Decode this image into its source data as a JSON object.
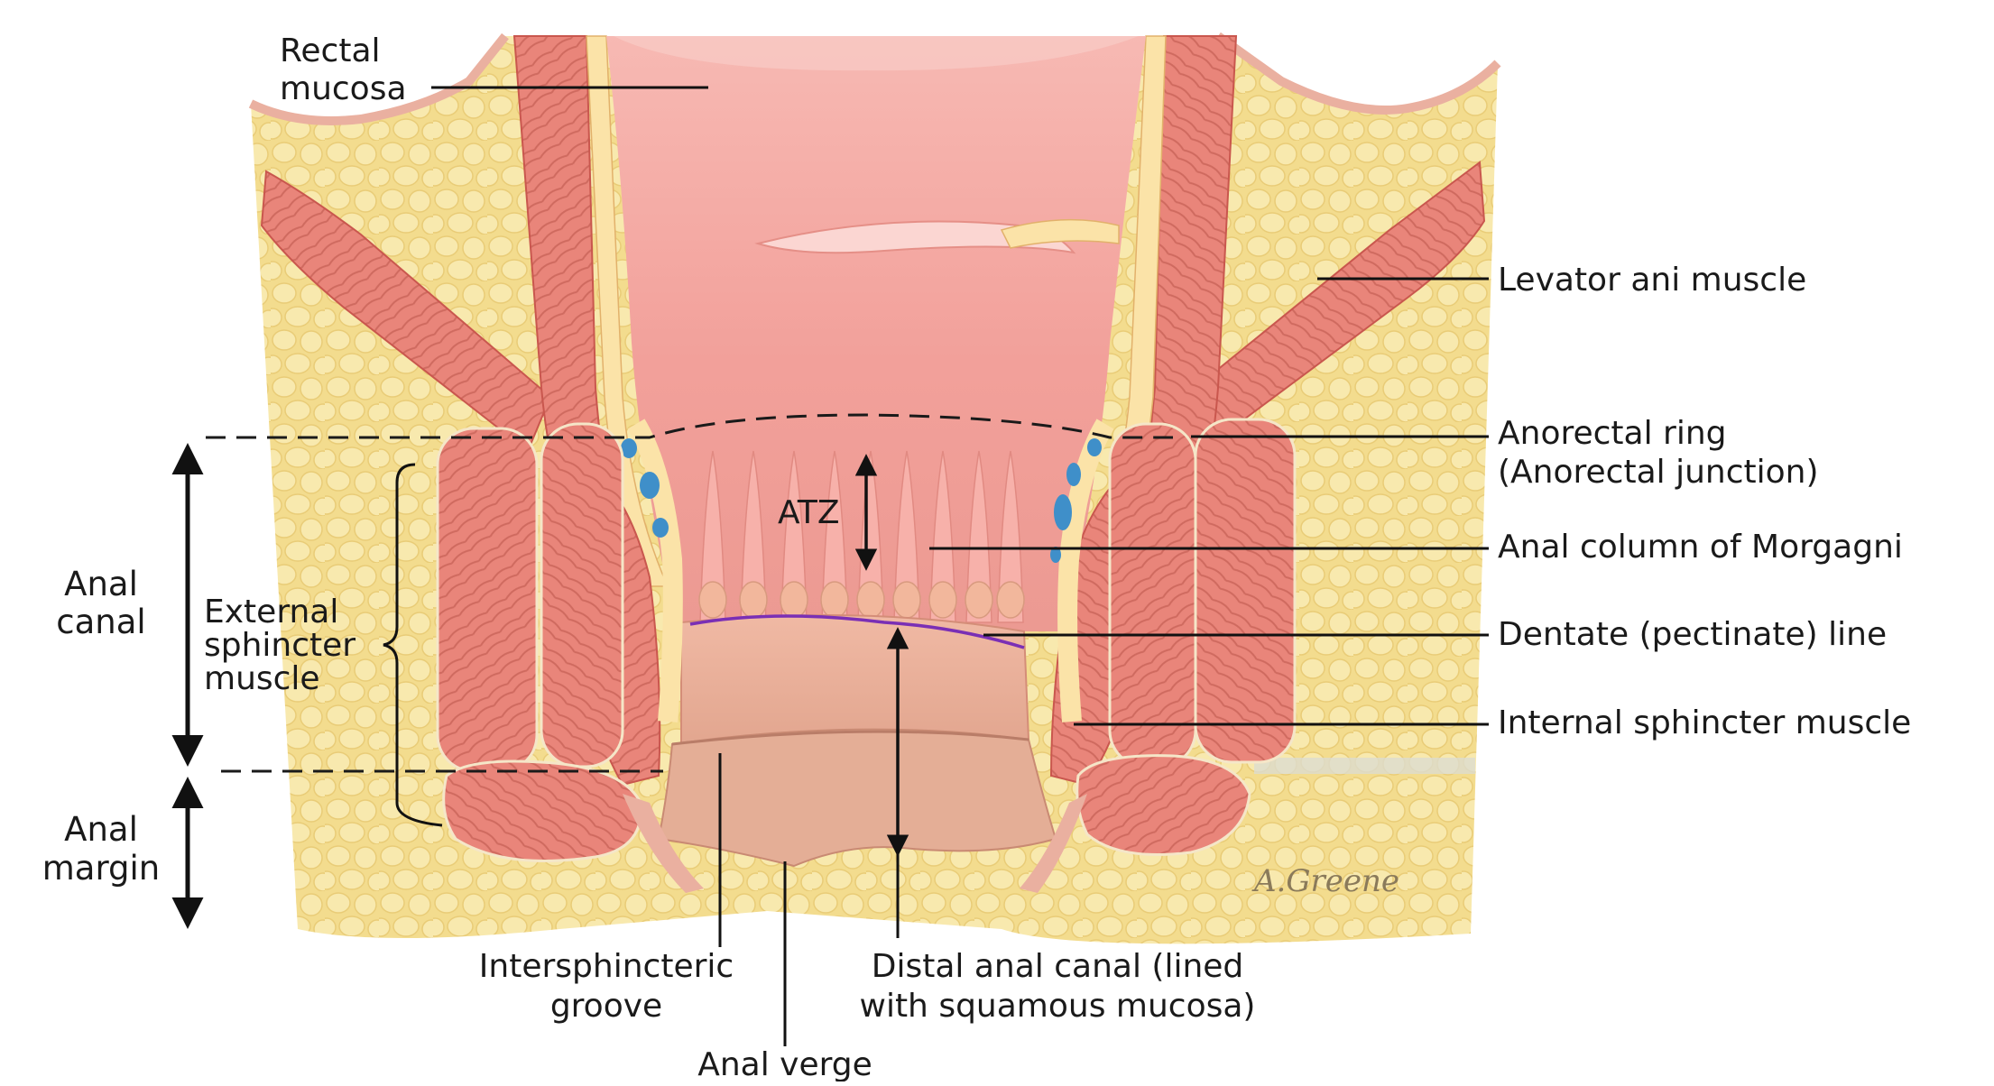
{
  "labels": {
    "rectal_mucosa": [
      "Rectal",
      "mucosa"
    ],
    "levator_ani": "Levator ani muscle",
    "anorectal_ring": [
      "Anorectal ring",
      "(Anorectal junction)"
    ],
    "anal_column": "Anal column of Morgagni",
    "dentate_line": "Dentate (pectinate) line",
    "internal_sphincter": "Internal sphincter muscle",
    "anal_canal": [
      "Anal",
      "canal"
    ],
    "external_sphincter": [
      "External",
      "sphincter",
      "muscle"
    ],
    "anal_margin": [
      "Anal",
      "margin"
    ],
    "atz": "ATZ",
    "intersphincteric_groove": [
      "Intersphincteric",
      "groove"
    ],
    "distal_anal_canal": [
      "Distal anal canal (lined",
      "with squamous mucosa)"
    ],
    "anal_verge": "Anal verge"
  },
  "signature": "A.Greene",
  "colors": {
    "fat": "#f3dc8e",
    "fat_globule": "#f7e7a8",
    "muscle": "#e9857a",
    "muscle_dark": "#c9574e",
    "mucosa": "#f2a5a0",
    "mucosa_light": "#f8c4bf",
    "skin": "#e9b39a",
    "dentate_line": "#7a2fb5",
    "vessel": "#3f8fc9"
  }
}
